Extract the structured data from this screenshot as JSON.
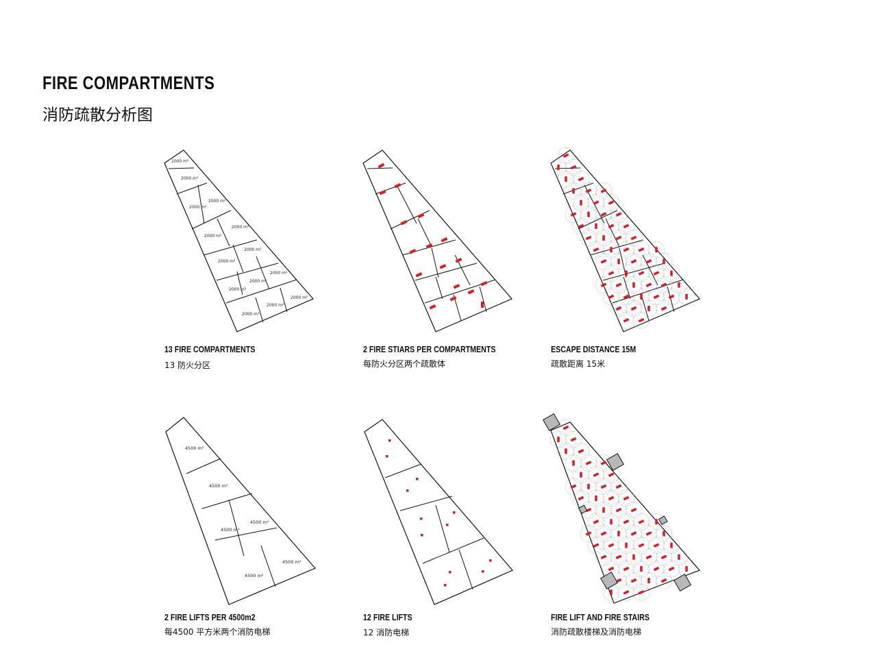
{
  "header": {
    "title": "FIRE COMPARTMENTS",
    "subtitle": "消防疏散分析图"
  },
  "panels": [
    {
      "caption_en": "13 FIRE COMPARTMENTS",
      "caption_cn": "13  防火分区",
      "area_labels": [
        "1000 m²",
        "2000 m²",
        "2000 m²",
        "2000 m²",
        "2000 m²",
        "2000 m²",
        "2000 m²",
        "2000 m²",
        "2000 m²",
        "2000 m²",
        "2000 m²",
        "2000 m²",
        "2000 m²"
      ]
    },
    {
      "caption_en": "2 FIRE STIARS PER COMPARTMENTS",
      "caption_cn": "每防火分区两个疏散体"
    },
    {
      "caption_en": "ESCAPE DISTANCE 15M",
      "caption_cn": "疏散距离  15米"
    },
    {
      "caption_en": "2 FIRE LIFTS PER 4500m2",
      "caption_cn": "每4500 平方米两个消防电梯",
      "area_labels": [
        "4500 m²",
        "4500 m²",
        "4500 m²",
        "4500 m²",
        "4500 m²",
        "4500 m²"
      ]
    },
    {
      "caption_en": "12 FIRE LIFTS",
      "caption_cn": "12 消防电梯"
    },
    {
      "caption_en": "FIRE LIFT AND FIRE STAIRS",
      "caption_cn": "消防疏散楼梯及消防电梯"
    }
  ],
  "colors": {
    "stair_red": "#e0191f",
    "lift_gray": "#b8b8b8",
    "line": "#111111",
    "circle": "#9a9a9a"
  }
}
